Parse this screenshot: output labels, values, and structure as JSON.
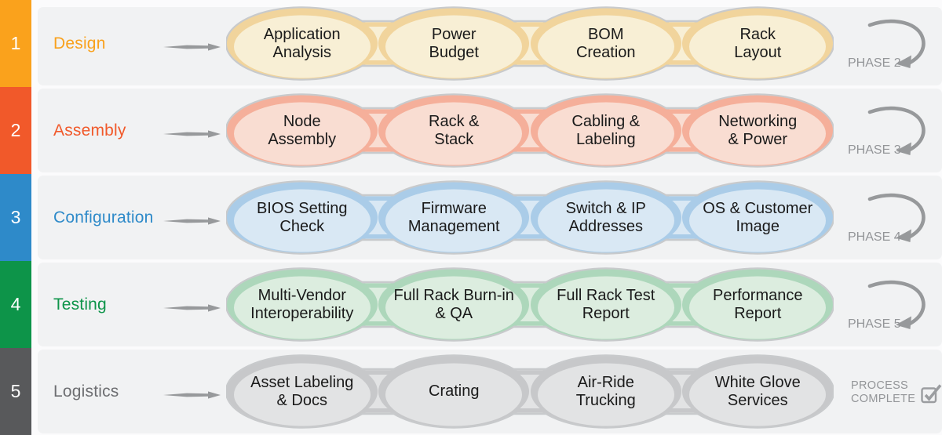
{
  "rows": [
    {
      "number": "1",
      "label": "Design",
      "colors": {
        "bar": "#FAA21C",
        "label": "#F9A11C",
        "blob_base": "#F8EFD5",
        "blob_accent": "#F1D49C"
      },
      "steps": [
        {
          "line1": "Application",
          "line2": "Analysis"
        },
        {
          "line1": "Power",
          "line2": "Budget"
        },
        {
          "line1": "BOM",
          "line2": "Creation"
        },
        {
          "line1": "Rack",
          "line2": "Layout"
        }
      ],
      "phase": {
        "label": "PHASE 2"
      }
    },
    {
      "number": "2",
      "label": "Assembly",
      "colors": {
        "bar": "#F1592A",
        "label": "#F1592A",
        "blob_base": "#F9DDD2",
        "blob_accent": "#F5AF9A"
      },
      "steps": [
        {
          "line1": "Node",
          "line2": "Assembly"
        },
        {
          "line1": "Rack &",
          "line2": "Stack"
        },
        {
          "line1": "Cabling &",
          "line2": "Labeling"
        },
        {
          "line1": "Networking",
          "line2": "& Power"
        }
      ],
      "phase": {
        "label": "PHASE 3"
      }
    },
    {
      "number": "3",
      "label": "Configuration",
      "colors": {
        "bar": "#2E8AC9",
        "label": "#2E8AC9",
        "blob_base": "#D9E8F4",
        "blob_accent": "#AACCE8"
      },
      "steps": [
        {
          "line1": "BIOS Setting",
          "line2": "Check"
        },
        {
          "line1": "Firmware",
          "line2": "Management"
        },
        {
          "line1": "Switch & IP",
          "line2": "Addresses"
        },
        {
          "line1": "OS & Customer",
          "line2": "Image"
        }
      ],
      "phase": {
        "label": "PHASE 4"
      }
    },
    {
      "number": "4",
      "label": "Testing",
      "colors": {
        "bar": "#0D9449",
        "label": "#0D9449",
        "blob_base": "#DCEDDF",
        "blob_accent": "#ADD7BB"
      },
      "steps": [
        {
          "line1": "Multi-Vendor",
          "line2": "Interoperability"
        },
        {
          "line1": "Full Rack Burn-in",
          "line2": "& QA"
        },
        {
          "line1": "Full Rack Test",
          "line2": "Report"
        },
        {
          "line1": "Performance",
          "line2": "Report"
        }
      ],
      "phase": {
        "label": "PHASE 5"
      }
    },
    {
      "number": "5",
      "label": "Logistics",
      "colors": {
        "bar": "#58595B",
        "label": "#6D6E71",
        "blob_base": "#E2E3E4",
        "blob_accent": "#C7C8CA"
      },
      "steps": [
        {
          "line1": "Asset Labeling",
          "line2": "& Docs"
        },
        {
          "line1": "Crating"
        },
        {
          "line1": "Air-Ride",
          "line2": "Trucking"
        },
        {
          "line1": "White Glove",
          "line2": "Services"
        }
      ],
      "phase": {
        "line1": "PROCESS",
        "line2": "COMPLETE",
        "complete": true,
        "icon": "checkbox-check-icon"
      }
    }
  ],
  "shared": {
    "step_text_color": "#1A1A1A",
    "blob_outline_color": "#C8CACC",
    "arrow_color": "#97999B",
    "phase_text_color": "#939598",
    "panel_color": "#F1F2F3",
    "background_color": "#FBFBFC",
    "number_text_color": "#FFFFFF"
  }
}
